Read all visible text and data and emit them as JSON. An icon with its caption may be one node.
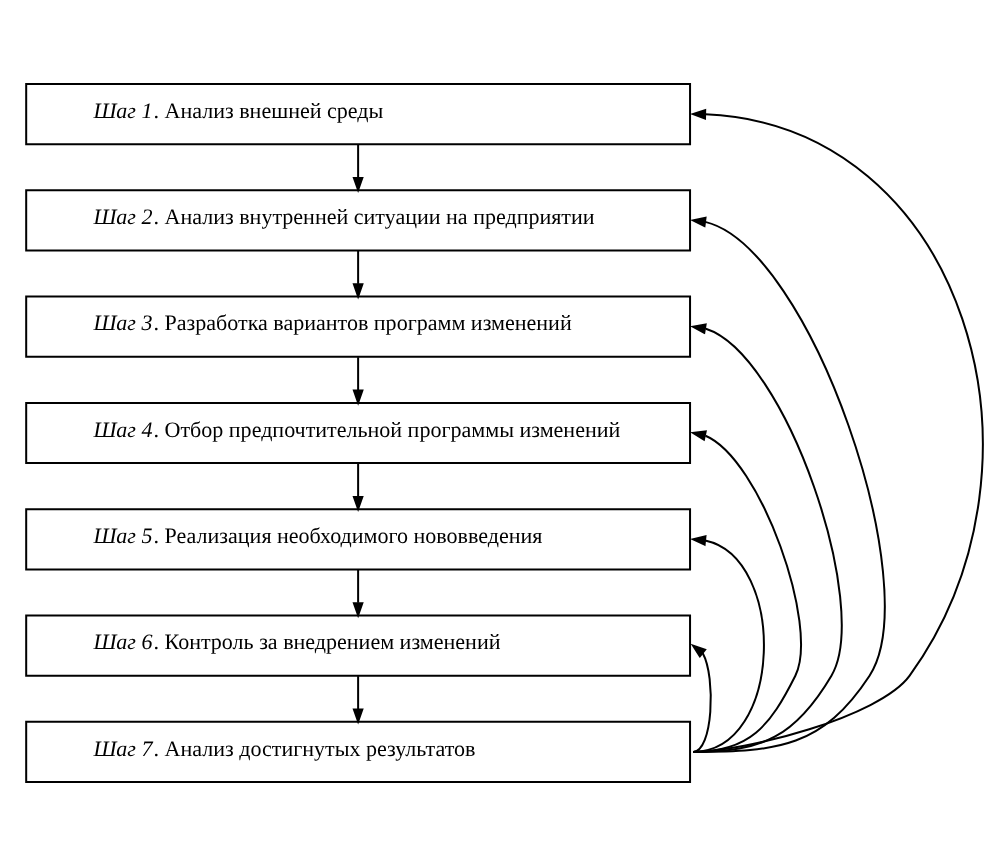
{
  "diagram": {
    "nodes": [
      {
        "text": [
          "*Шаг 1*. Анализ внешней среды"
        ]
      },
      {
        "text": [
          "*Шаг 2*. Анализ внутренней ситуации на предприятии"
        ]
      },
      {
        "text": [
          "*Шаг 3*. Разработка вариантов программ изменений"
        ]
      },
      {
        "text": [
          "*Шаг 4*. Отбор предпочтительной программы изменений"
        ]
      },
      {
        "text": [
          "*Шаг 5*. Реализация необходимого нововведения"
        ]
      },
      {
        "text": [
          "*Шаг 6*. Контроль за внедрением изменений"
        ]
      },
      {
        "text": [
          "*Шаг 7*. Анализ достигнутых результатов"
        ]
      }
    ],
    "edges": [
      {
        "from": 0,
        "to": 1,
        "arrow": "to"
      },
      {
        "from": 1,
        "to": 2,
        "arrow": "to"
      },
      {
        "from": 2,
        "to": 3,
        "arrow": "to"
      },
      {
        "from": 3,
        "to": 4,
        "arrow": "to"
      },
      {
        "from": 4,
        "to": 5,
        "arrow": "to"
      },
      {
        "from": 5,
        "to": 6,
        "arrow": "to"
      },
      {
        "from": 6,
        "to": 0,
        "arrow": "to"
      },
      {
        "from": 6,
        "to": 1,
        "arrow": "to"
      },
      {
        "from": 6,
        "to": 2,
        "arrow": "to"
      },
      {
        "from": 6,
        "to": 3,
        "arrow": "to"
      },
      {
        "from": 6,
        "to": 4,
        "arrow": "to"
      },
      {
        "from": 6,
        "to": 5,
        "arrow": "to"
      }
    ]
  }
}
